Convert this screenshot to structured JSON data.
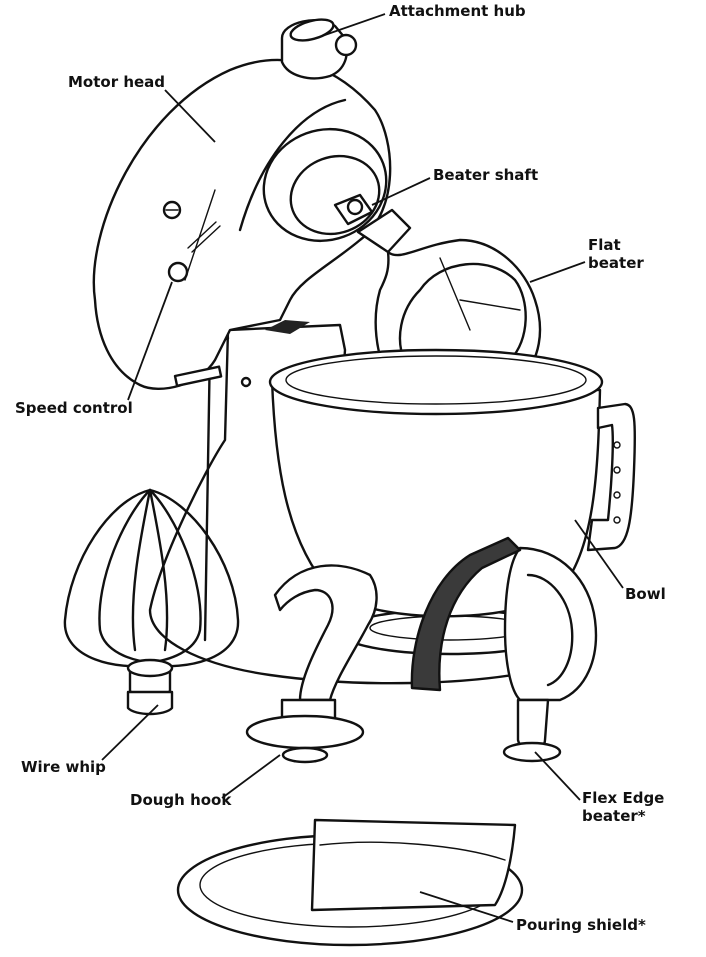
{
  "labels": {
    "attachment_hub": "Attachment hub",
    "motor_head": "Motor head",
    "beater_shaft": "Beater shaft",
    "flat_beater_line1": "Flat",
    "flat_beater_line2": "beater",
    "speed_control": "Speed control",
    "bowl": "Bowl",
    "wire_whip": "Wire whip",
    "dough_hook": "Dough hook",
    "flex_edge_line1": "Flex Edge",
    "flex_edge_line2": "beater*",
    "pouring_shield": "Pouring shield*"
  },
  "colors": {
    "line": "#111111",
    "background": "#ffffff",
    "flex_edge_strip": "#3a3a3a"
  }
}
